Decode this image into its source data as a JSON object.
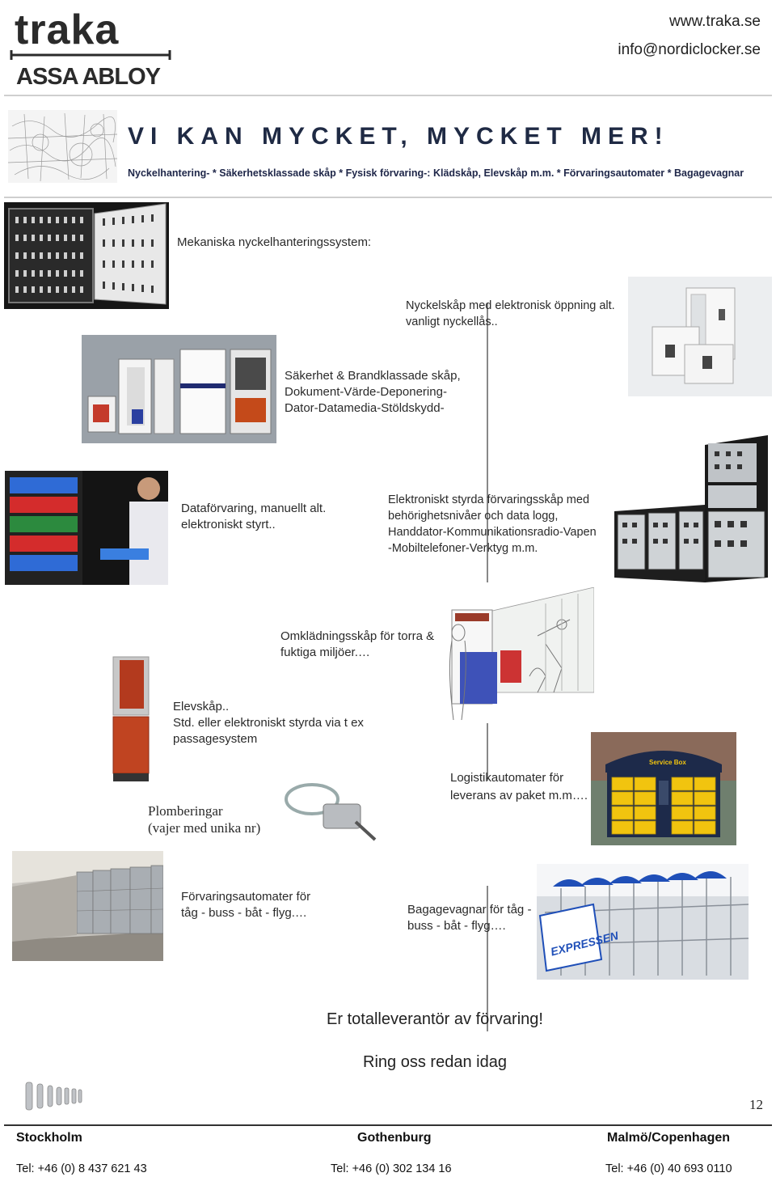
{
  "header": {
    "logo_top": "traka",
    "logo_bottom": "ASSA ABLOY",
    "website": "www.traka.se",
    "email": "info@nordiclocker.se"
  },
  "headline": {
    "title": "VI KAN MYCKET, MYCKET MER!",
    "subtitle": "Nyckelhantering- * Säkerhetsklassade skåp * Fysisk förvaring-: Klädskåp, Elevskåp m.m. * Förvaringsautomater * Bagagevagnar"
  },
  "sections": {
    "mechanical": "Mekaniska nyckelhanteringssystem:",
    "key_cabinet": "Nyckelskåp med elektronisk öppning alt.\nvanligt nyckellås..",
    "safes": "Säkerhet & Brandklassade skåp,\nDokument-Värde-Deponering-\nDator-Datamedia-Stöldskydd-",
    "data_storage": "Dataförvaring, manuellt alt.\nelektroniskt styrt..",
    "electronic_lockers": "Elektroniskt styrda förvaringsskåp med\nbehörighetsnivåer och data logg,\nHanddator-Kommunikationsradio-Vapen\n-Mobiltelefoner-Verktyg m.m.",
    "changing": "Omklädningsskåp för torra &\nfuktiga miljöer.…",
    "student": "Elevskåp..\nStd. eller elektroniskt styrda via t ex\npassagesystem",
    "logistics": "Logistikautomater för\nleverans av paket m.m….",
    "seals": "Plomberingar\n(vajer med unika nr)",
    "automats": "Förvaringsautomater för\ntåg - buss - båt - flyg.…",
    "trolleys": "Bagagevagnar  för tåg -\nbuss - båt - flyg…."
  },
  "images": {
    "service_box_label": "Service Box",
    "trolley_brand": "EXPRESSEN"
  },
  "closing": {
    "line1": "Er totalleverantör av förvaring!",
    "line2": "Ring oss redan idag"
  },
  "page_number": "12",
  "footer": {
    "offices": [
      {
        "city": "Stockholm",
        "tel": "Tel: +46 (0) 8 437 621 43"
      },
      {
        "city": "Gothenburg",
        "tel": "Tel: +46 (0) 302 134 16"
      },
      {
        "city": "Malmö/Copenhagen",
        "tel": "Tel: +46 (0) 40 693 0110"
      }
    ]
  },
  "colors": {
    "title": "#1f2a44",
    "subtitle": "#20284a",
    "trolley_blue": "#1f4fb8",
    "locker_yellow": "#f1c40f"
  }
}
